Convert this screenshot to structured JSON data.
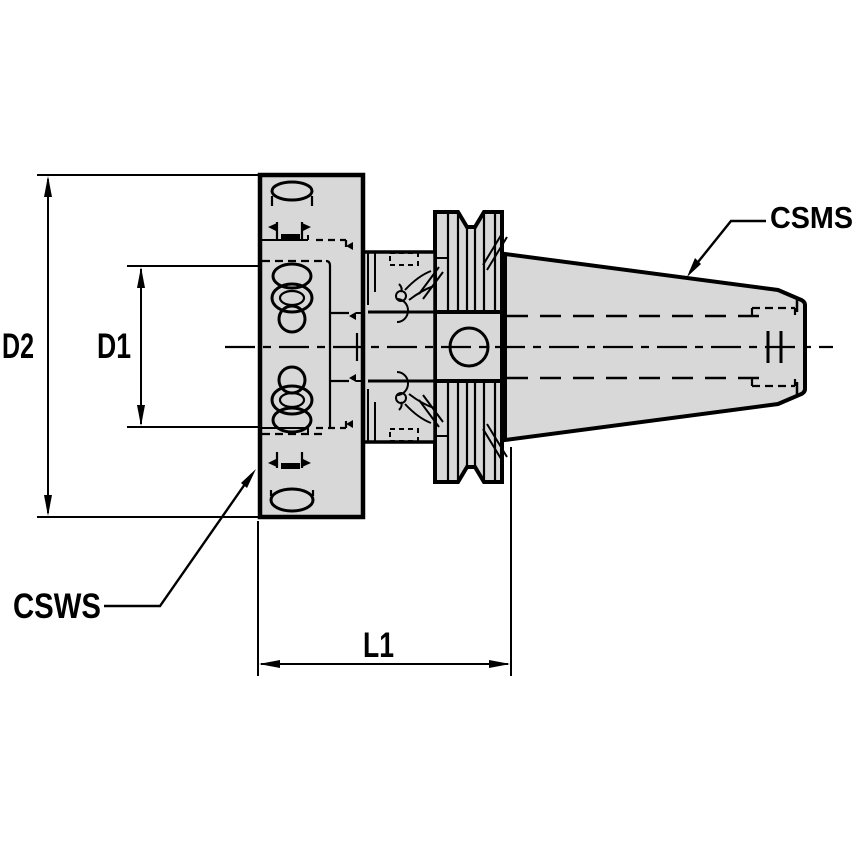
{
  "drawing": {
    "type": "technical-drawing-side-view",
    "subject": "tool-holder-with-v-flange-taper",
    "labels": {
      "outer_diameter": "D2",
      "inner_diameter": "D1",
      "length": "L1",
      "machine_side": "CSMS",
      "workpiece_side": "CSWS"
    },
    "colors": {
      "part_fill": "#d8d8d8",
      "line": "#000000",
      "background": "#ffffff"
    }
  }
}
